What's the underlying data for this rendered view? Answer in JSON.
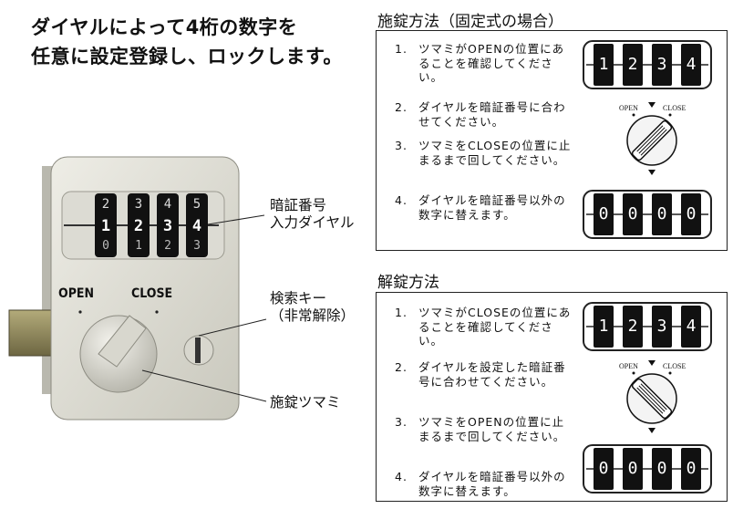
{
  "headline": {
    "line1": "ダイヤルによって4桁の数字を",
    "line2": "任意に設定登録し、ロックします。"
  },
  "lock": {
    "open_label": "OPEN",
    "close_label": "CLOSE",
    "dial_rows": [
      [
        "2",
        "3",
        "4",
        "5"
      ],
      [
        "1",
        "2",
        "3",
        "4"
      ],
      [
        "0",
        "1",
        "2",
        "3"
      ]
    ],
    "callouts": {
      "dial": [
        "暗証番号",
        "入力ダイヤル"
      ],
      "search_key": [
        "検索キー",
        "（非常解除）"
      ],
      "knob": "施錠ツマミ"
    }
  },
  "lock_section": {
    "title": "施錠方法（固定式の場合）",
    "steps": [
      {
        "num": "1.",
        "text": "ツマミがOPENの位置にあることを確認してください。"
      },
      {
        "num": "2.",
        "text": "ダイヤルを暗証番号に合わせてください。"
      },
      {
        "num": "3.",
        "text": "ツマミをCLOSEの位置に止まるまで回してください。"
      },
      {
        "num": "4.",
        "text": "ダイヤルを暗証番号以外の数字に替えます。"
      }
    ],
    "top_digits": [
      "1",
      "2",
      "3",
      "4"
    ],
    "knob_open": "OPEN",
    "knob_close": "CLOSE",
    "bottom_digits": [
      "0",
      "0",
      "0",
      "0"
    ]
  },
  "unlock_section": {
    "title": "解錠方法",
    "steps": [
      {
        "num": "1.",
        "text": "ツマミがCLOSEの位置にあることを確認してください。"
      },
      {
        "num": "2.",
        "text": "ダイヤルを設定した暗証番号に合わせてください。"
      },
      {
        "num": "3.",
        "text": "ツマミをOPENの位置に止まるまで回してください。"
      },
      {
        "num": "4.",
        "text": "ダイヤルを暗証番号以外の数字に替えます。"
      }
    ],
    "top_digits": [
      "1",
      "2",
      "3",
      "4"
    ],
    "knob_open": "OPEN",
    "knob_close": "CLOSE",
    "bottom_digits": [
      "0",
      "0",
      "0",
      "0"
    ]
  }
}
